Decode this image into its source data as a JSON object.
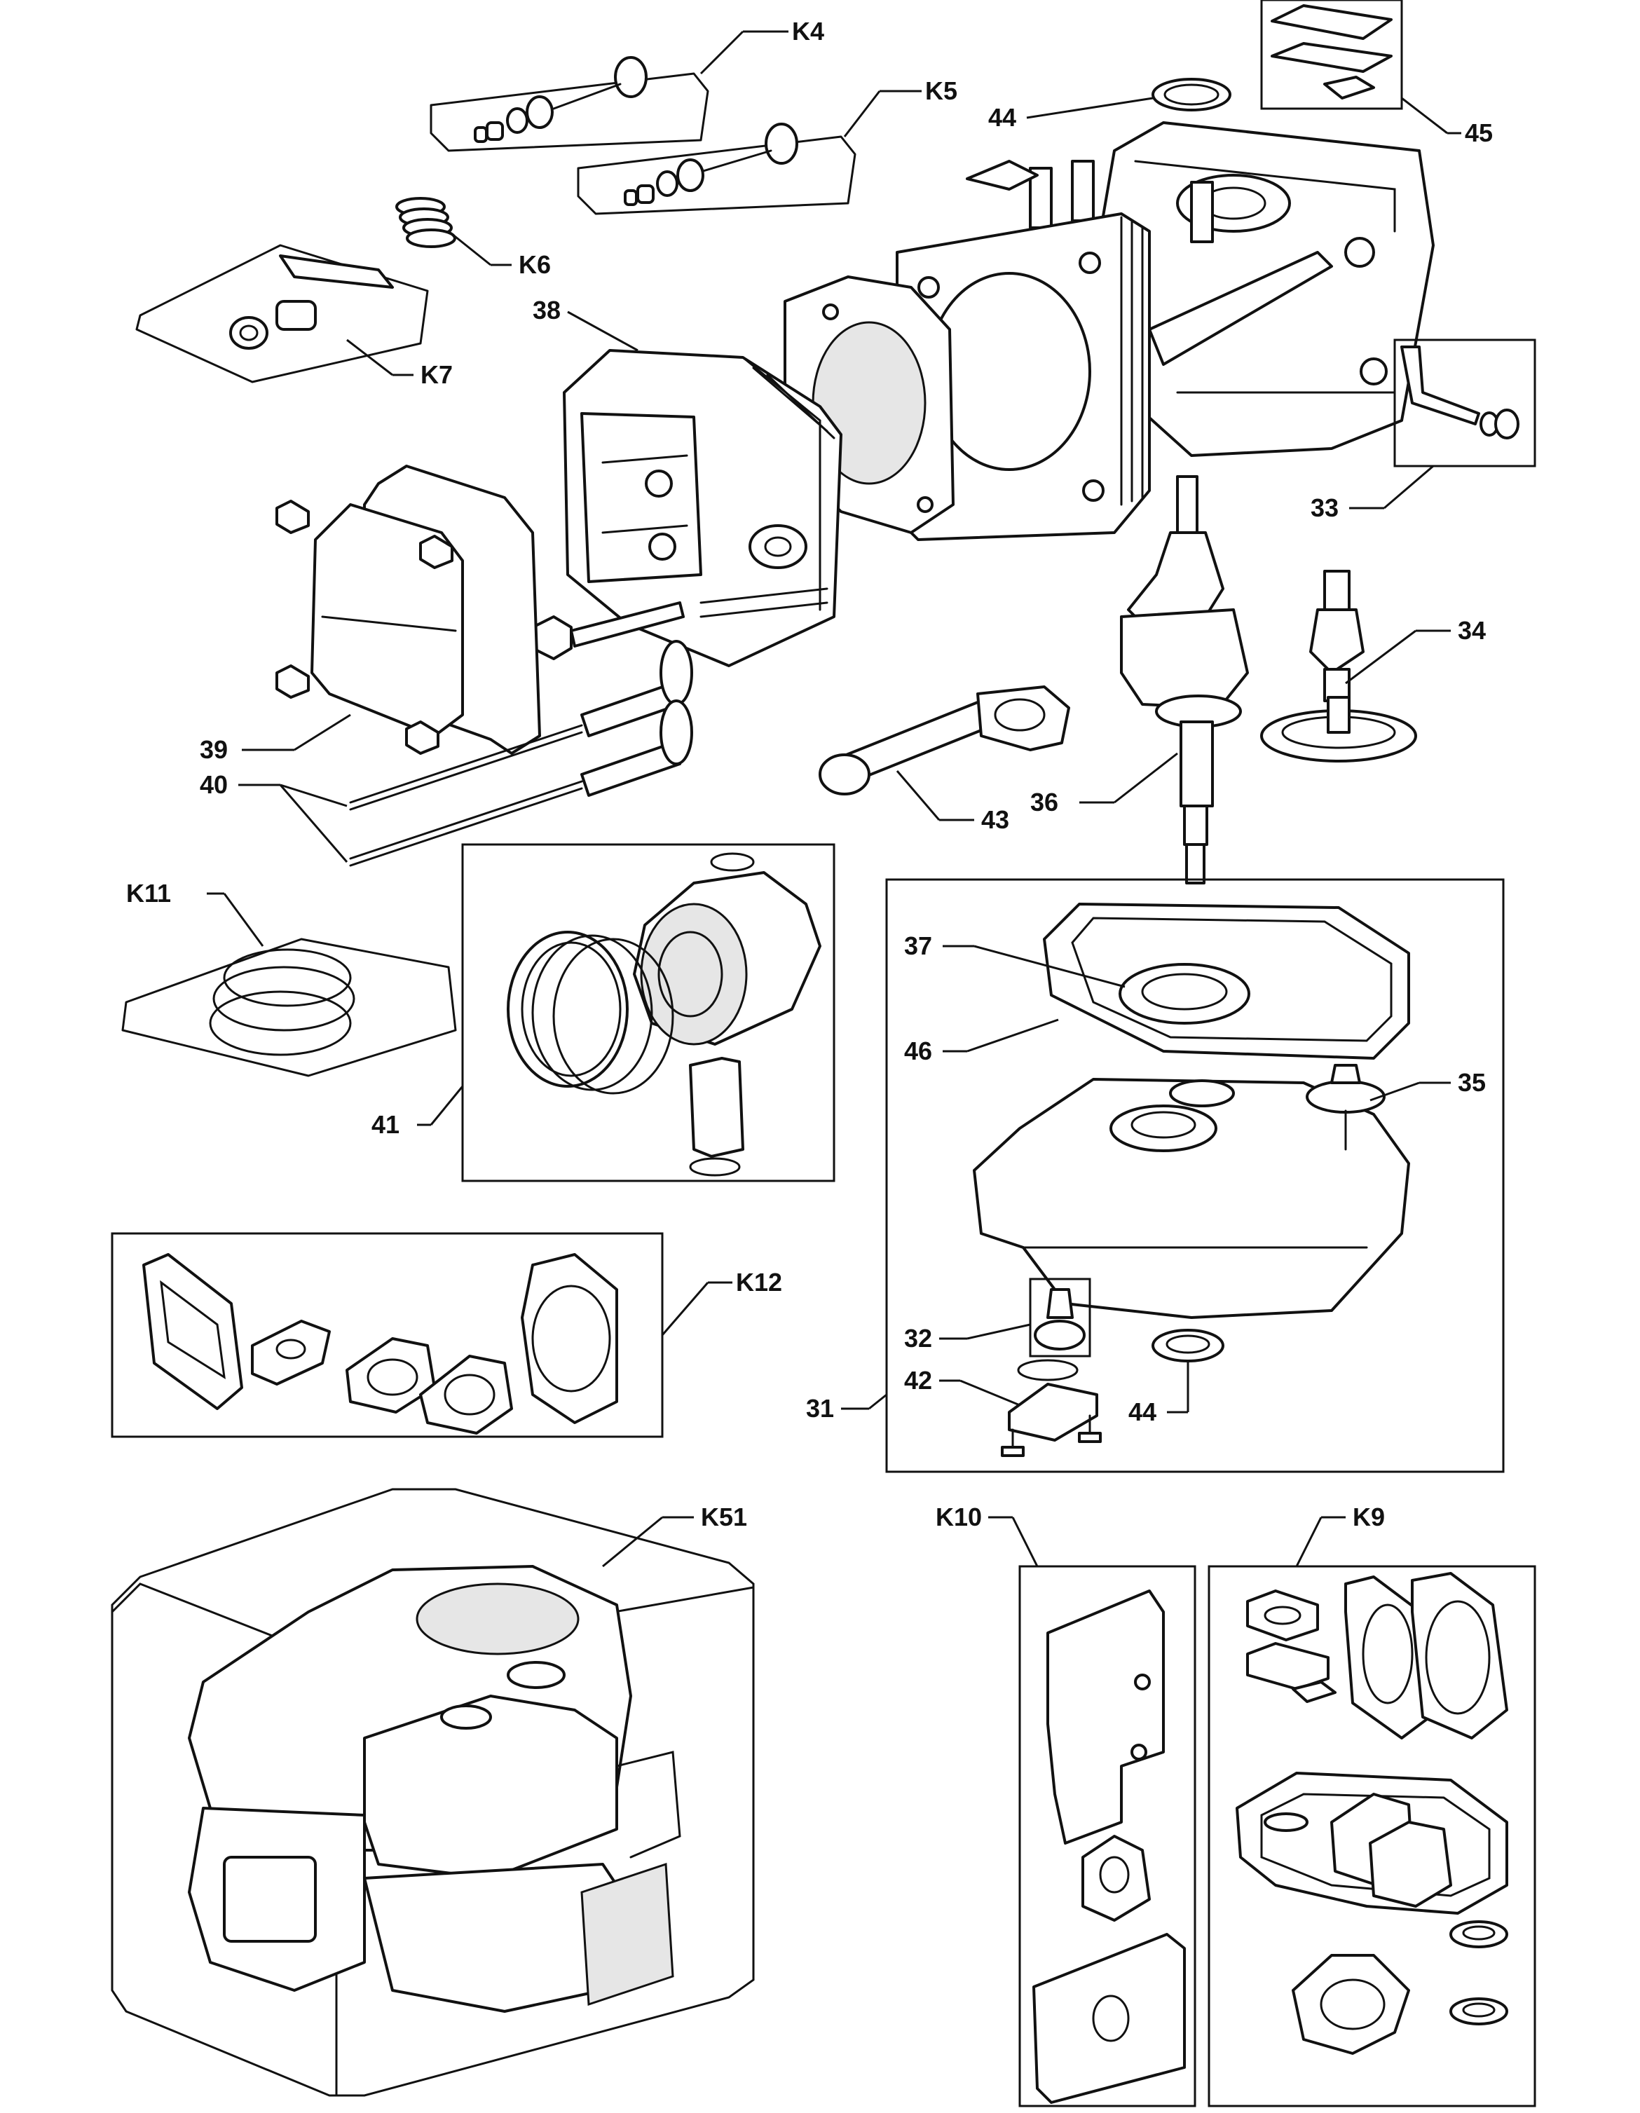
{
  "callouts": {
    "k4": "K4",
    "k5": "K5",
    "k6": "K6",
    "k7": "K7",
    "k9": "K9",
    "k10": "K10",
    "k11": "K11",
    "k12": "K12",
    "k51": "K51",
    "p31": "31",
    "p32": "32",
    "p33": "33",
    "p34": "34",
    "p35": "35",
    "p36": "36",
    "p37": "37",
    "p38": "38",
    "p39": "39",
    "p40": "40",
    "p41": "41",
    "p42": "42",
    "p43": "43",
    "p44_top": "44",
    "p44_bottom": "44",
    "p45": "45",
    "p46": "46"
  },
  "colors": {
    "line": "#111111",
    "background": "#ffffff",
    "shade": "#e6e6e6"
  }
}
